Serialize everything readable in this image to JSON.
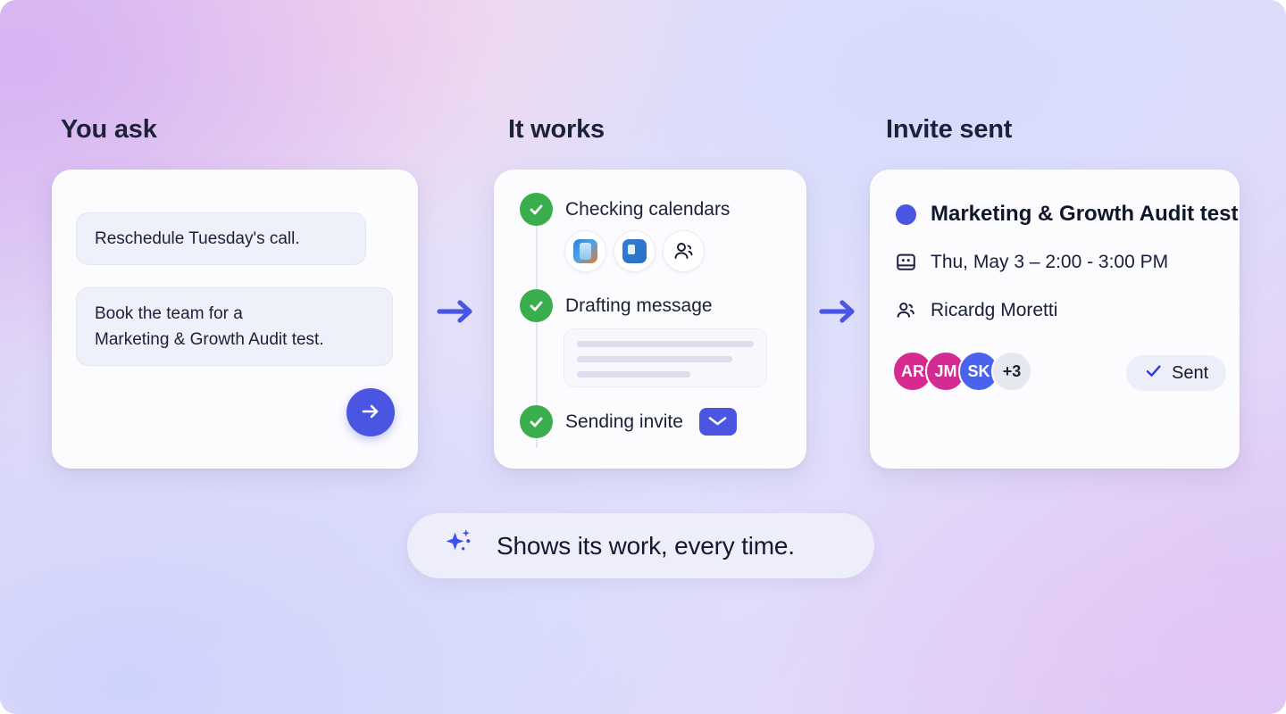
{
  "theme": {
    "accent_blue": "#4a56e2",
    "accent_green": "#3aae4c",
    "text_dark": "#1a2138",
    "avatar_pink": "#d62a8f",
    "avatar_magenta": "#d32a93",
    "avatar_blue": "#4a63ef",
    "bubble_bg": "#eef0fa",
    "card_bg": "#fcfbfe"
  },
  "columns": {
    "ask": {
      "heading": "You ask"
    },
    "works": {
      "heading": "It works"
    },
    "sent": {
      "heading": "Invite sent"
    }
  },
  "ask_card": {
    "messages": [
      {
        "text": "Reschedule Tuesday's call."
      },
      {
        "line1": "Book the team for a",
        "line2": "Marketing & Growth Audit test."
      }
    ],
    "send_button_icon": "arrow-right-icon"
  },
  "works_card": {
    "steps": [
      {
        "label": "Checking calendars",
        "status_icon": "check-circle-icon"
      },
      {
        "label": "Drafting message",
        "status_icon": "check-circle-icon"
      },
      {
        "label": "Sending invite",
        "status_icon": "check-circle-icon"
      }
    ],
    "app_chips": [
      {
        "name": "calendar-app-icon"
      },
      {
        "name": "chat-app-icon"
      },
      {
        "name": "people-icon"
      }
    ],
    "mail_icon": "envelope-icon"
  },
  "sent_card": {
    "event_title": "Marketing & Growth Audit test",
    "event_dot_icon": "event-color-dot",
    "when_icon": "calendar-icon",
    "when": "Thu, May 3 – 2:00 - 3:00 PM",
    "guests_icon": "people-icon",
    "guests": "Ricardg Moretti",
    "avatars": [
      {
        "initials": "AR",
        "color": "#d62a8f"
      },
      {
        "initials": "JM",
        "color": "#d32a93"
      },
      {
        "initials": "SK",
        "color": "#4a63ef"
      }
    ],
    "avatar_overflow": "+3",
    "status_badge": {
      "label": "Sent",
      "icon": "check-icon"
    }
  },
  "flow": {
    "arrow_1_icon": "arrow-right-icon",
    "arrow_2_icon": "arrow-right-icon"
  },
  "tagline": {
    "icon": "sparkle-icon",
    "text": "Shows its work, every time."
  }
}
